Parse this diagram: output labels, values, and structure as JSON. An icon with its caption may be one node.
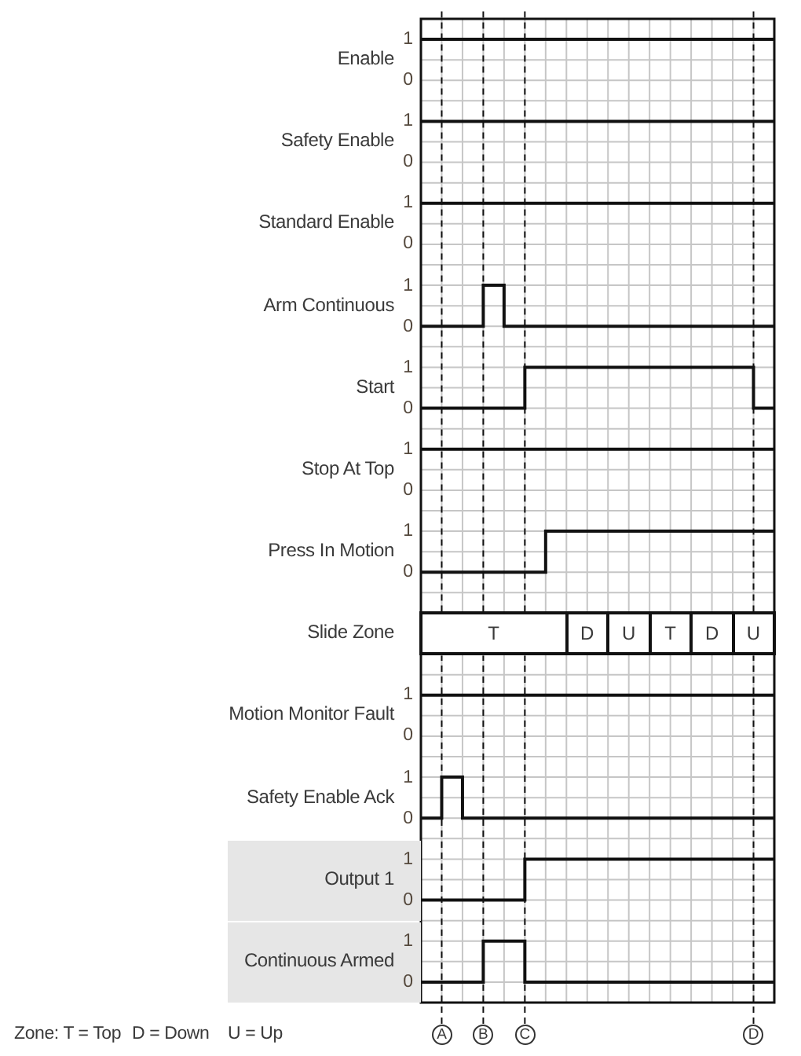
{
  "diagram": {
    "nodes": [
      {
        "text": [
          "T"
        ]
      },
      {
        "text": [
          "D"
        ]
      },
      {
        "text": [
          "U"
        ]
      },
      {
        "text": [
          "T"
        ]
      },
      {
        "text": [
          "D"
        ]
      },
      {
        "text": [
          "U"
        ]
      },
      {
        "text": [
          "Output 1",
          "1",
          "0"
        ]
      },
      {
        "text": [
          "Continuous Armed",
          "1",
          "0"
        ]
      },
      {
        "text": [
          "A"
        ]
      },
      {
        "text": [
          "B"
        ]
      },
      {
        "text": [
          "C"
        ]
      },
      {
        "text": [
          "D"
        ]
      }
    ],
    "edges": [
      {
        "from": 8,
        "to": null,
        "arrow": "none",
        "style": "dashed"
      },
      {
        "from": 9,
        "to": null,
        "arrow": "none",
        "style": "dashed"
      },
      {
        "from": 10,
        "to": null,
        "arrow": "none",
        "style": "dashed"
      },
      {
        "from": 11,
        "to": null,
        "arrow": "none",
        "style": "dashed"
      }
    ],
    "labels": [
      "Enable",
      "1",
      "0",
      "Safety Enable",
      "1",
      "0",
      "Standard Enable",
      "1",
      "0",
      "Arm Continuous",
      "1",
      "0",
      "Start",
      "1",
      "0",
      "Stop At Top",
      "1",
      "0",
      "Press In Motion",
      "1",
      "0",
      "Slide Zone",
      "Motion Monitor Fault",
      "1",
      "0",
      "Safety Enable Ack",
      "1",
      "0",
      "Zone: T = Top",
      "D = Down",
      "U = Up"
    ]
  }
}
